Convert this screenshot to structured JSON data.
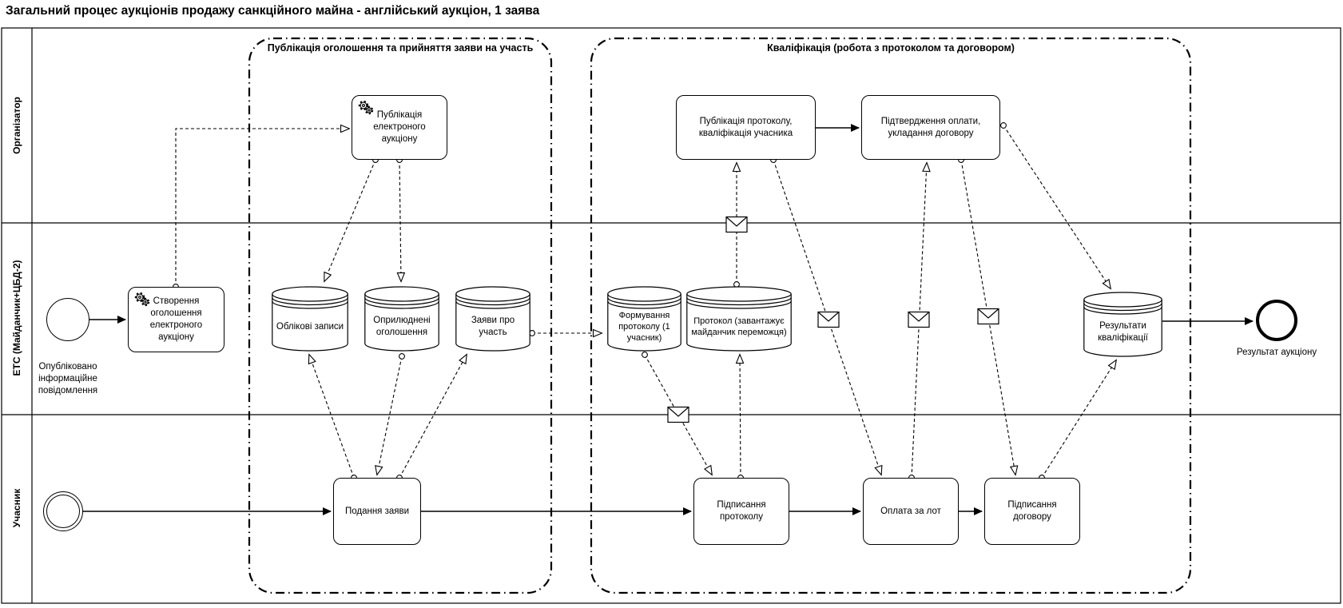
{
  "title": "Загальний процес аукціонів продажу санкційного майна - англійський аукціон, 1 заява",
  "lanes": {
    "organizer": "Організатор",
    "ets": "ЕТС (Майданчик+ЦБД-2)",
    "participant": "Учасник"
  },
  "groups": {
    "publication": "Публікація оголошення та прийняття заяви на участь",
    "qualification": "Кваліфікація (робота з протоколом та договором)"
  },
  "events": {
    "info_published": "Опубліковано інформаційне повідомлення",
    "auction_result": "Результат аукціону"
  },
  "tasks": {
    "create_announcement": "Створення оголошення електроного аукціону",
    "publish_auction": "Публікація електроного аукціону",
    "publish_protocol": "Публікація протоколу, кваліфікація учасника",
    "confirm_payment": "Підтвердження оплати, укладання договору",
    "submit_application": "Подання заяви",
    "sign_protocol": "Підписання протоколу",
    "pay_lot": "Оплата за лот",
    "sign_contract": "Підписання договору"
  },
  "datastores": {
    "accounts": "Облікові записи",
    "announcements": "Оприлюднені оголошення",
    "applications": "Заяви про участь",
    "protocol_forming": "Формування протоколу (1 учасник)",
    "protocol": "Протокол (завантажує майданчик переможця)",
    "qualification_results": "Результати кваліфікації"
  },
  "icons": {
    "service_task_marker": "gear-icon",
    "message_flow_marker": "envelope-icon"
  },
  "colors": {
    "stroke": "#000000",
    "background": "#ffffff"
  }
}
